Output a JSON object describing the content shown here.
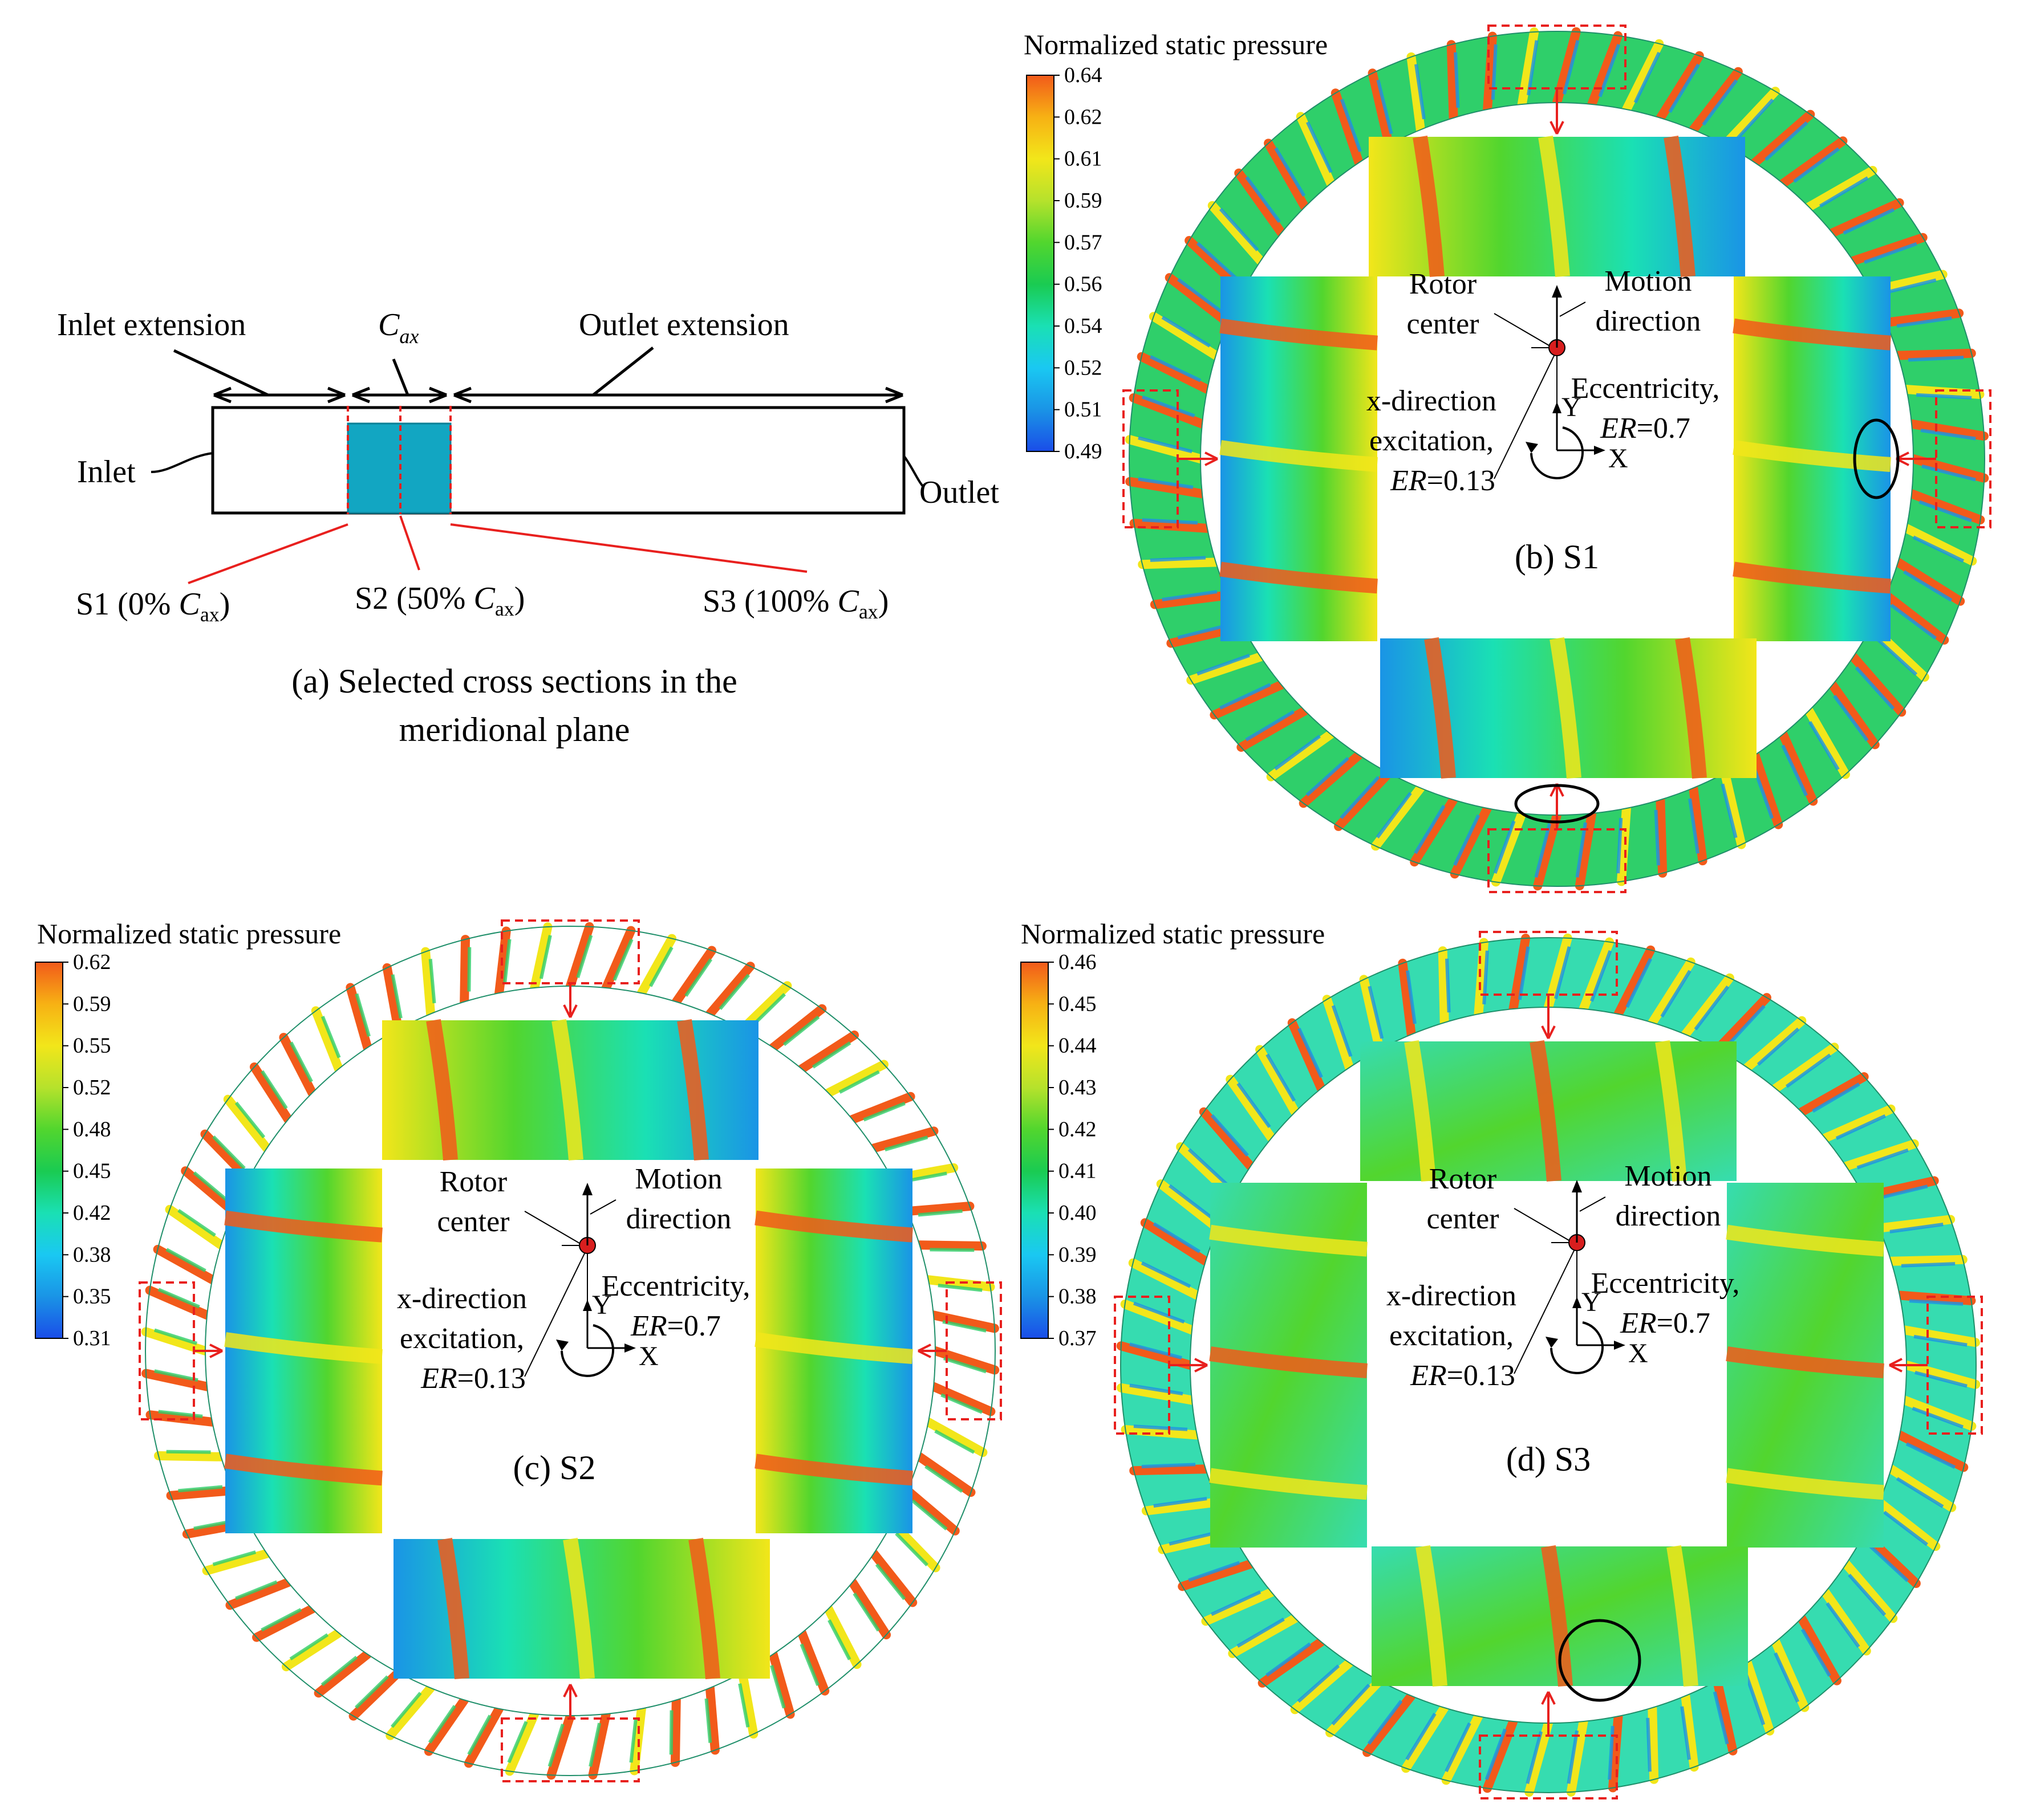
{
  "colors": {
    "ink": "#000000",
    "annotation_red": "#e8201e",
    "blade_fill": "#12a6c2",
    "marker_red": "#d81e1e",
    "colorbar_stops": [
      "#1a4de8",
      "#1a94e6",
      "#1ac8f2",
      "#1ae0b4",
      "#1acb52",
      "#52d62e",
      "#b6e22c",
      "#f2e61a",
      "#f7b114",
      "#f25a1a"
    ]
  },
  "panel_a": {
    "inlet_extension": "Inlet extension",
    "cax_main": "C",
    "cax_sub": "ax",
    "outlet_extension": "Outlet extension",
    "inlet": "Inlet",
    "outlet": "Outlet",
    "s1_pre": "S1 (0% ",
    "s1_post": ")",
    "s2_pre": "S2 (50% ",
    "s2_post": ")",
    "s3_pre": "S3 (100% ",
    "s3_post": ")",
    "caption_line1": "(a) Selected cross sections in the",
    "caption_line2": "meridional plane"
  },
  "common": {
    "colorbar_title": "Normalized static pressure",
    "rotor_center_1": "Rotor",
    "rotor_center_2": "center",
    "motion_1": "Motion",
    "motion_2": "direction",
    "ecc_1": "Eccentricity,",
    "ecc_er": "ER",
    "ecc_val": "=0.7",
    "xdir_1": "x-direction",
    "xdir_2": "excitation,",
    "xdir_er": "ER",
    "xdir_val": "=0.13",
    "axis_x": "X",
    "axis_y": "Y"
  },
  "panels": [
    {
      "id": "b",
      "caption": "(b)  S1",
      "colorbar_ticks": [
        "0.64",
        "0.62",
        "0.61",
        "0.59",
        "0.57",
        "0.56",
        "0.54",
        "0.52",
        "0.51",
        "0.49"
      ],
      "base_color": "#2fcf6a",
      "streak_colors": [
        "#f25a1a",
        "#f2e61a",
        "#1a94e6"
      ]
    },
    {
      "id": "c",
      "caption": "(c)  S2",
      "colorbar_ticks": [
        "0.62",
        "0.59",
        "0.55",
        "0.52",
        "0.48",
        "0.45",
        "0.42",
        "0.38",
        "0.35",
        "0.31"
      ],
      "base_color": "#ffffff",
      "streak_colors": [
        "#f25a1a",
        "#f2e61a",
        "#2fcf6a"
      ]
    },
    {
      "id": "d",
      "caption": "(d)  S3",
      "colorbar_ticks": [
        "0.46",
        "0.45",
        "0.44",
        "0.43",
        "0.42",
        "0.41",
        "0.40",
        "0.39",
        "0.38",
        "0.37"
      ],
      "base_color": "#36dcb0",
      "streak_colors": [
        "#f2e61a",
        "#f25a1a",
        "#1a94e6"
      ]
    }
  ]
}
